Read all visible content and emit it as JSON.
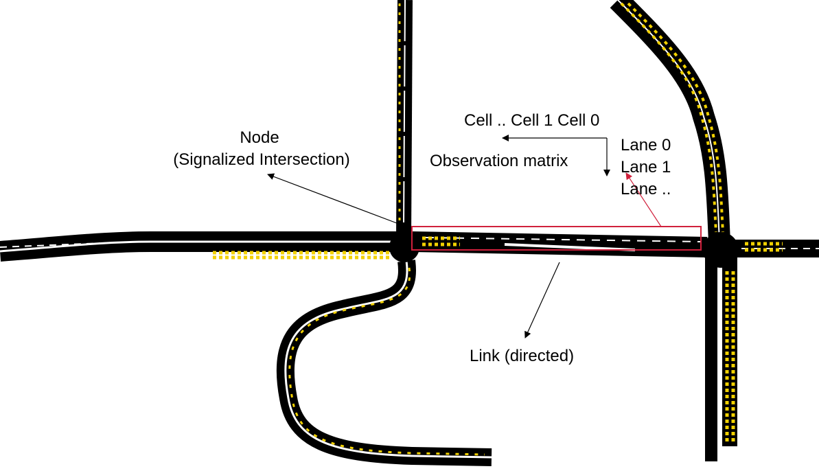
{
  "labels": {
    "node_title": "Node",
    "node_subtitle": "(Signalized Intersection)",
    "cells": "Cell .. Cell 1 Cell 0",
    "observation": "Observation matrix",
    "lane0": "Lane 0",
    "lane1": "Lane 1",
    "lane_more": "Lane ..",
    "link": "Link (directed)"
  },
  "colors": {
    "road": "#000000",
    "vehicle": "#f2d100",
    "lane_mark": "#ffffff",
    "highlight": "#d0203c",
    "arrow": "#000000"
  }
}
